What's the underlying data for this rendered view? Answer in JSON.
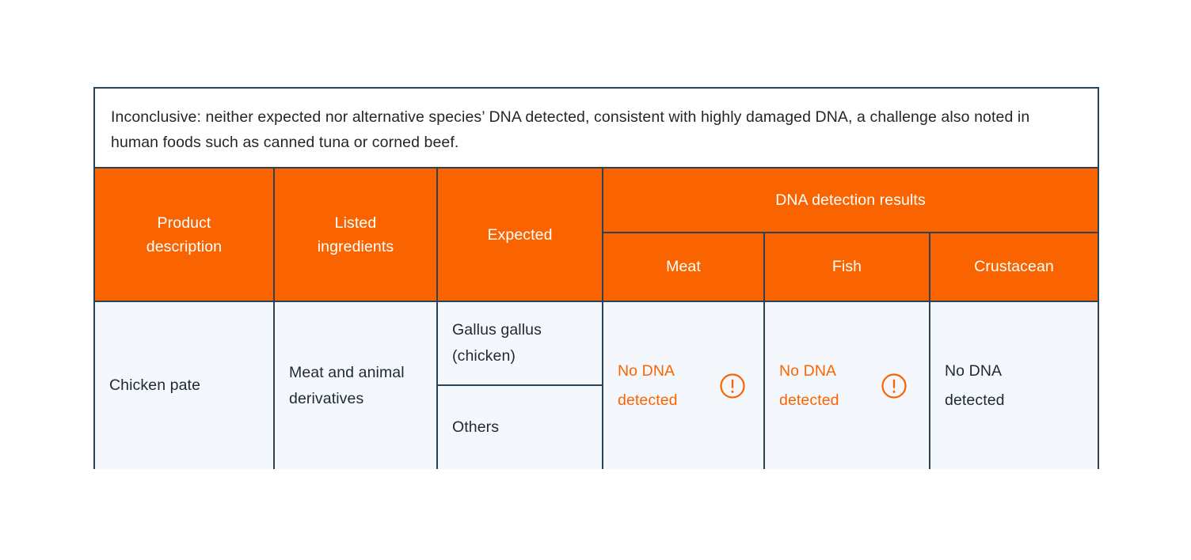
{
  "note": {
    "text": "Inconclusive: neither expected nor alternative species’ DNA detected, consistent with highly damaged DNA, a challenge also noted in human foods such as canned tuna or corned beef."
  },
  "table": {
    "headers": {
      "product_description": "Product\ndescription",
      "product_description_line1": "Product",
      "product_description_line2": "description",
      "listed_ingredients_line1": "Listed",
      "listed_ingredients_line2": "ingredients",
      "expected": "Expected",
      "dna_group": "DNA detection results",
      "dna_meat": "Meat",
      "dna_fish": "Fish",
      "dna_crustacean": "Crustacean"
    },
    "rows": [
      {
        "product_description": "Chicken pate",
        "listed_ingredients": "Meat and animal derivatives",
        "expected": [
          "Gallus gallus (chicken)",
          "Others"
        ],
        "results": {
          "meat": {
            "text": "No DNA detected",
            "alert": true
          },
          "fish": {
            "text": "No DNA detected",
            "alert": true
          },
          "crustacean": {
            "text": "No DNA detected",
            "alert": false
          }
        }
      }
    ]
  },
  "icons": {
    "alert": "alert-circle-icon"
  },
  "colors": {
    "header_orange": "#fa6400",
    "border": "#2c4356",
    "body_background": "#f4f8fc",
    "body_text": "#1f2933",
    "alert_text": "#fa6400",
    "note_background": "#ffffff"
  }
}
